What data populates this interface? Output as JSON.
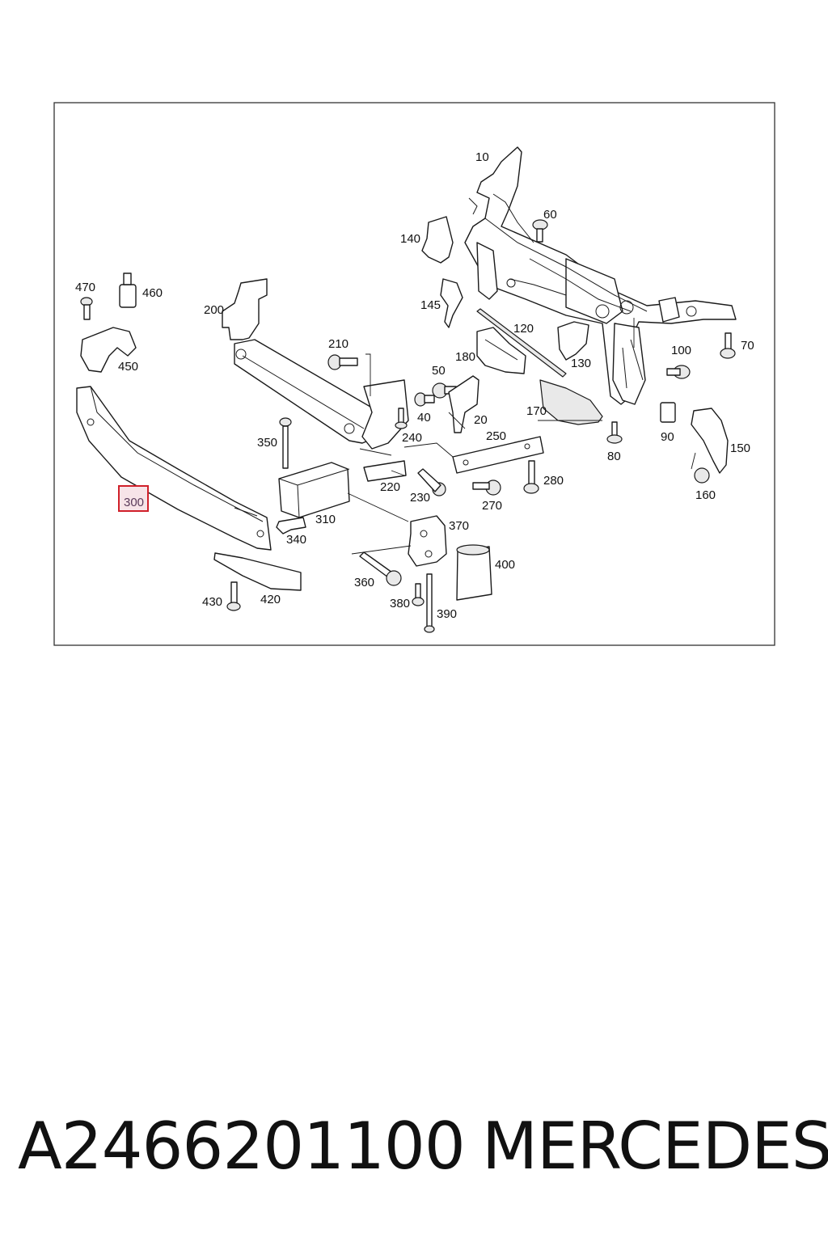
{
  "callouts": [
    "10",
    "20",
    "40",
    "50",
    "60",
    "70",
    "80",
    "90",
    "100",
    "120",
    "130",
    "140",
    "145",
    "150",
    "160",
    "170",
    "180",
    "200",
    "210",
    "220",
    "230",
    "240",
    "250",
    "270",
    "280",
    "300",
    "310",
    "340",
    "350",
    "360",
    "370",
    "380",
    "390",
    "400",
    "420",
    "430",
    "450",
    "460",
    "470"
  ],
  "highlighted_callout": "300",
  "part_number": "A2466201100",
  "brand": "MERCEDES",
  "colors": {
    "highlight_border": "#d0202a",
    "highlight_fill": "#f7e4e8",
    "line": "#1a1a1a"
  }
}
